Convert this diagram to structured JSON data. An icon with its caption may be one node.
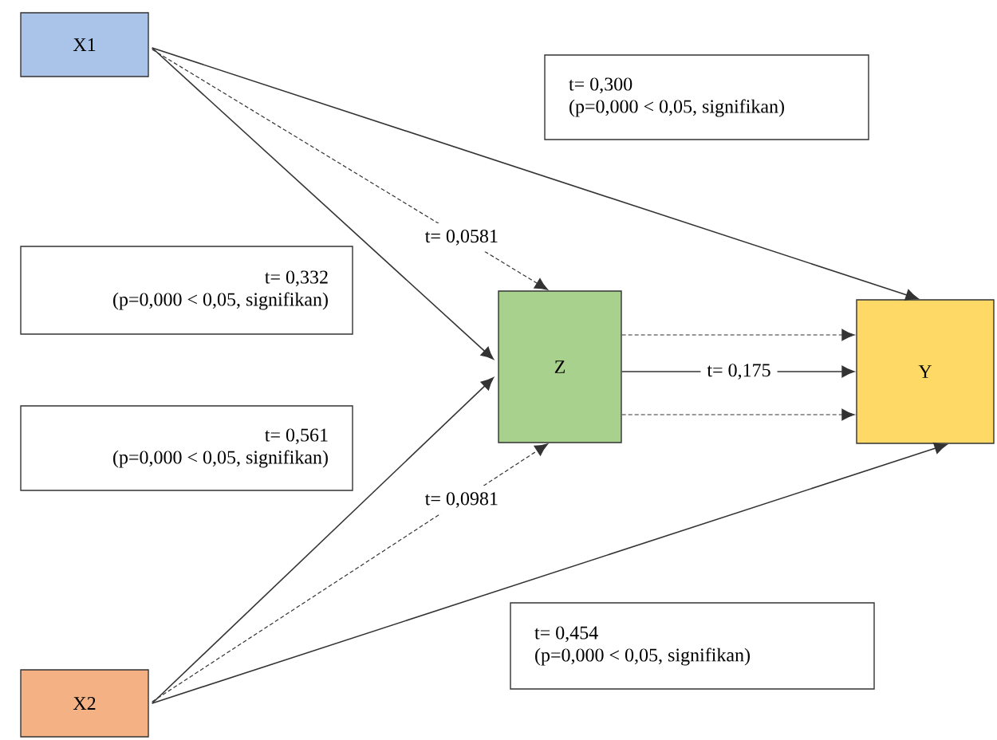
{
  "diagram": {
    "nodes": [
      {
        "text": [
          "X1"
        ]
      },
      {
        "text": [
          "t= 0,300",
          "(p=0,000 < 0,05, signifikan)"
        ]
      },
      {
        "text": [
          "t= 0,332",
          "(p=0,000 < 0,05, signifikan)"
        ]
      },
      {
        "text": [
          "Z"
        ]
      },
      {
        "text": [
          "Y"
        ]
      },
      {
        "text": [
          "t= 0,561",
          "(p=0,000 < 0,05, signifikan)"
        ]
      },
      {
        "text": [
          "t= 0,454",
          "(p=0,000 < 0,05, signifikan)"
        ]
      },
      {
        "text": [
          "X2"
        ]
      }
    ],
    "edges": [
      {
        "from": 0,
        "to": 4,
        "arrow": "to"
      },
      {
        "from": 0,
        "to": 3,
        "arrow": "to"
      },
      {
        "from": 0,
        "to": 3,
        "arrow": "to",
        "style": "dashed",
        "label": "t= 0,0581"
      },
      {
        "from": 7,
        "to": 3,
        "arrow": "to"
      },
      {
        "from": 7,
        "to": 3,
        "arrow": "to",
        "style": "dashed",
        "label": "t= 0,0981"
      },
      {
        "from": 7,
        "to": 4,
        "arrow": "to"
      },
      {
        "from": 3,
        "to": 4,
        "arrow": "to",
        "style": "dashed"
      },
      {
        "from": 3,
        "to": 4,
        "arrow": "to",
        "label": "t= 0,175"
      },
      {
        "from": 3,
        "to": 4,
        "arrow": "to",
        "style": "dashed"
      }
    ]
  }
}
